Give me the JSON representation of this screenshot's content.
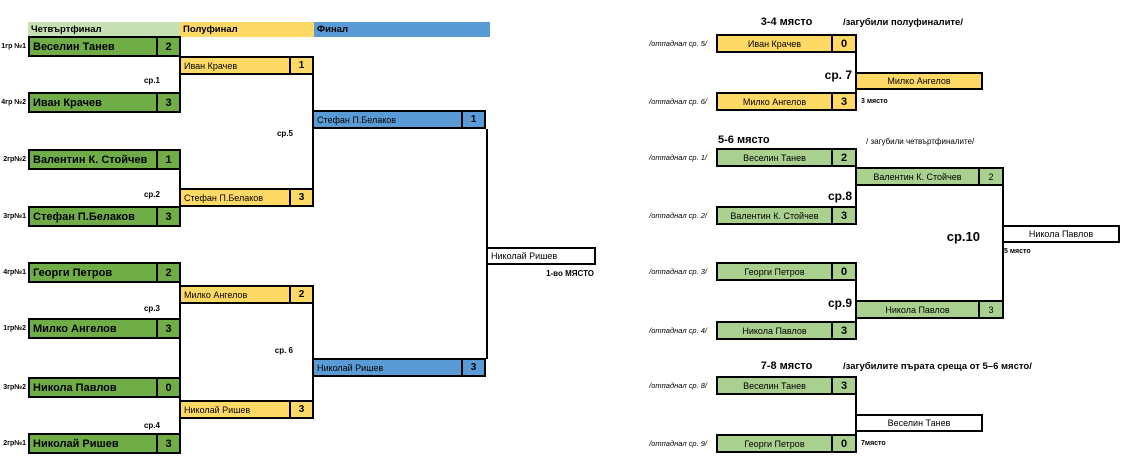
{
  "colors": {
    "quarterfinal_box": "#70AD47",
    "semifinal_box": "#FFD966",
    "final_box": "#5B9BD5",
    "header_quarterfinal": "#C6E0B4",
    "header_semifinal": "#FFD966",
    "header_final": "#5B9BD5",
    "consolation_box": "#A9D08E",
    "winner_box": "#FFFFFF"
  },
  "left_bracket": {
    "headers": [
      {
        "label": "Четвъртфинал"
      },
      {
        "label": "Полуфинал"
      },
      {
        "label": "Финал"
      }
    ],
    "quarterfinals": [
      {
        "seed": "1гр №1",
        "name": "Веселин Танев",
        "score": "2"
      },
      {
        "seed": "4гр №2",
        "name": "Иван Крачев",
        "score": "3"
      },
      {
        "seed": "2гр№2",
        "name": "Валентин К. Стойчев",
        "score": "1"
      },
      {
        "seed": "3гр№1",
        "name": "Стефан П.Белаков",
        "score": "3"
      },
      {
        "seed": "4гр№1",
        "name": "Георги Петров",
        "score": "2"
      },
      {
        "seed": "1гр№2",
        "name": "Милко Ангелов",
        "score": "3"
      },
      {
        "seed": "3гр№2",
        "name": "Никола Павлов",
        "score": "0"
      },
      {
        "seed": "2гр№1",
        "name": "Николай Ришев",
        "score": "3"
      }
    ],
    "qf_match_labels": [
      "ср.1",
      "ср.2",
      "ср.3",
      "ср.4"
    ],
    "semifinals": [
      {
        "name": "Иван Крачев",
        "score": "1"
      },
      {
        "name": "Стефан П.Белаков",
        "score": "3"
      },
      {
        "name": "Милко Ангелов",
        "score": "2"
      },
      {
        "name": "Николай Ришев",
        "score": "3"
      }
    ],
    "sf_match_labels": [
      "ср.5",
      "ср. 6"
    ],
    "finals": [
      {
        "name": "Стефан П.Белаков",
        "score": "1"
      },
      {
        "name": "Николай Ришев",
        "score": "3"
      }
    ],
    "champion": {
      "name": "Николай Ришев",
      "label": "1-во МЯСТО"
    }
  },
  "place_3_4": {
    "title": "3-4 място",
    "note": "/загубили полуфиналите/",
    "entrants": [
      {
        "tag": "/отпаднал ср. 5/",
        "name": "Иван Крачев",
        "score": "0"
      },
      {
        "tag": "/отпаднал ср. 6/",
        "name": "Милко Ангелов",
        "score": "3"
      }
    ],
    "match_label": "ср. 7",
    "winner": {
      "name": "Милко Ангелов"
    },
    "place_label": "3 място"
  },
  "place_5_6": {
    "title": "5-6 място",
    "note": "/ загубили четвъртфиналите/",
    "entrants": [
      {
        "tag": "/отпаднал ср. 1/",
        "name": "Веселин Танев",
        "score": "2"
      },
      {
        "tag": "/отпаднал ср. 2/",
        "name": "Валентин К. Стойчев",
        "score": "3"
      },
      {
        "tag": "/отпаднал ср. 3/",
        "name": "Георги Петров",
        "score": "0"
      },
      {
        "tag": "/отпаднал ср. 4/",
        "name": "Никола Павлов",
        "score": "3"
      }
    ],
    "match_labels": [
      "ср.8",
      "ср.9"
    ],
    "semis": [
      {
        "name": "Валентин К. Стойчев",
        "score": "2"
      },
      {
        "name": "Никола Павлов",
        "score": "3"
      }
    ],
    "final_label": "ср.10",
    "winner": {
      "name": "Никола Павлов"
    },
    "place_label": "5 място"
  },
  "place_7_8": {
    "title": "7-8 място",
    "note": "/загубилите пърата среща от 5–6 място/",
    "entrants": [
      {
        "tag": "/отпаднал ср. 8/",
        "name": "Веселин Танев",
        "score": "3"
      },
      {
        "tag": "/отпаднал ср. 9/",
        "name": "Георги Петров",
        "score": "0"
      }
    ],
    "winner": {
      "name": "Веселин Танев"
    },
    "place_label": "7място"
  }
}
